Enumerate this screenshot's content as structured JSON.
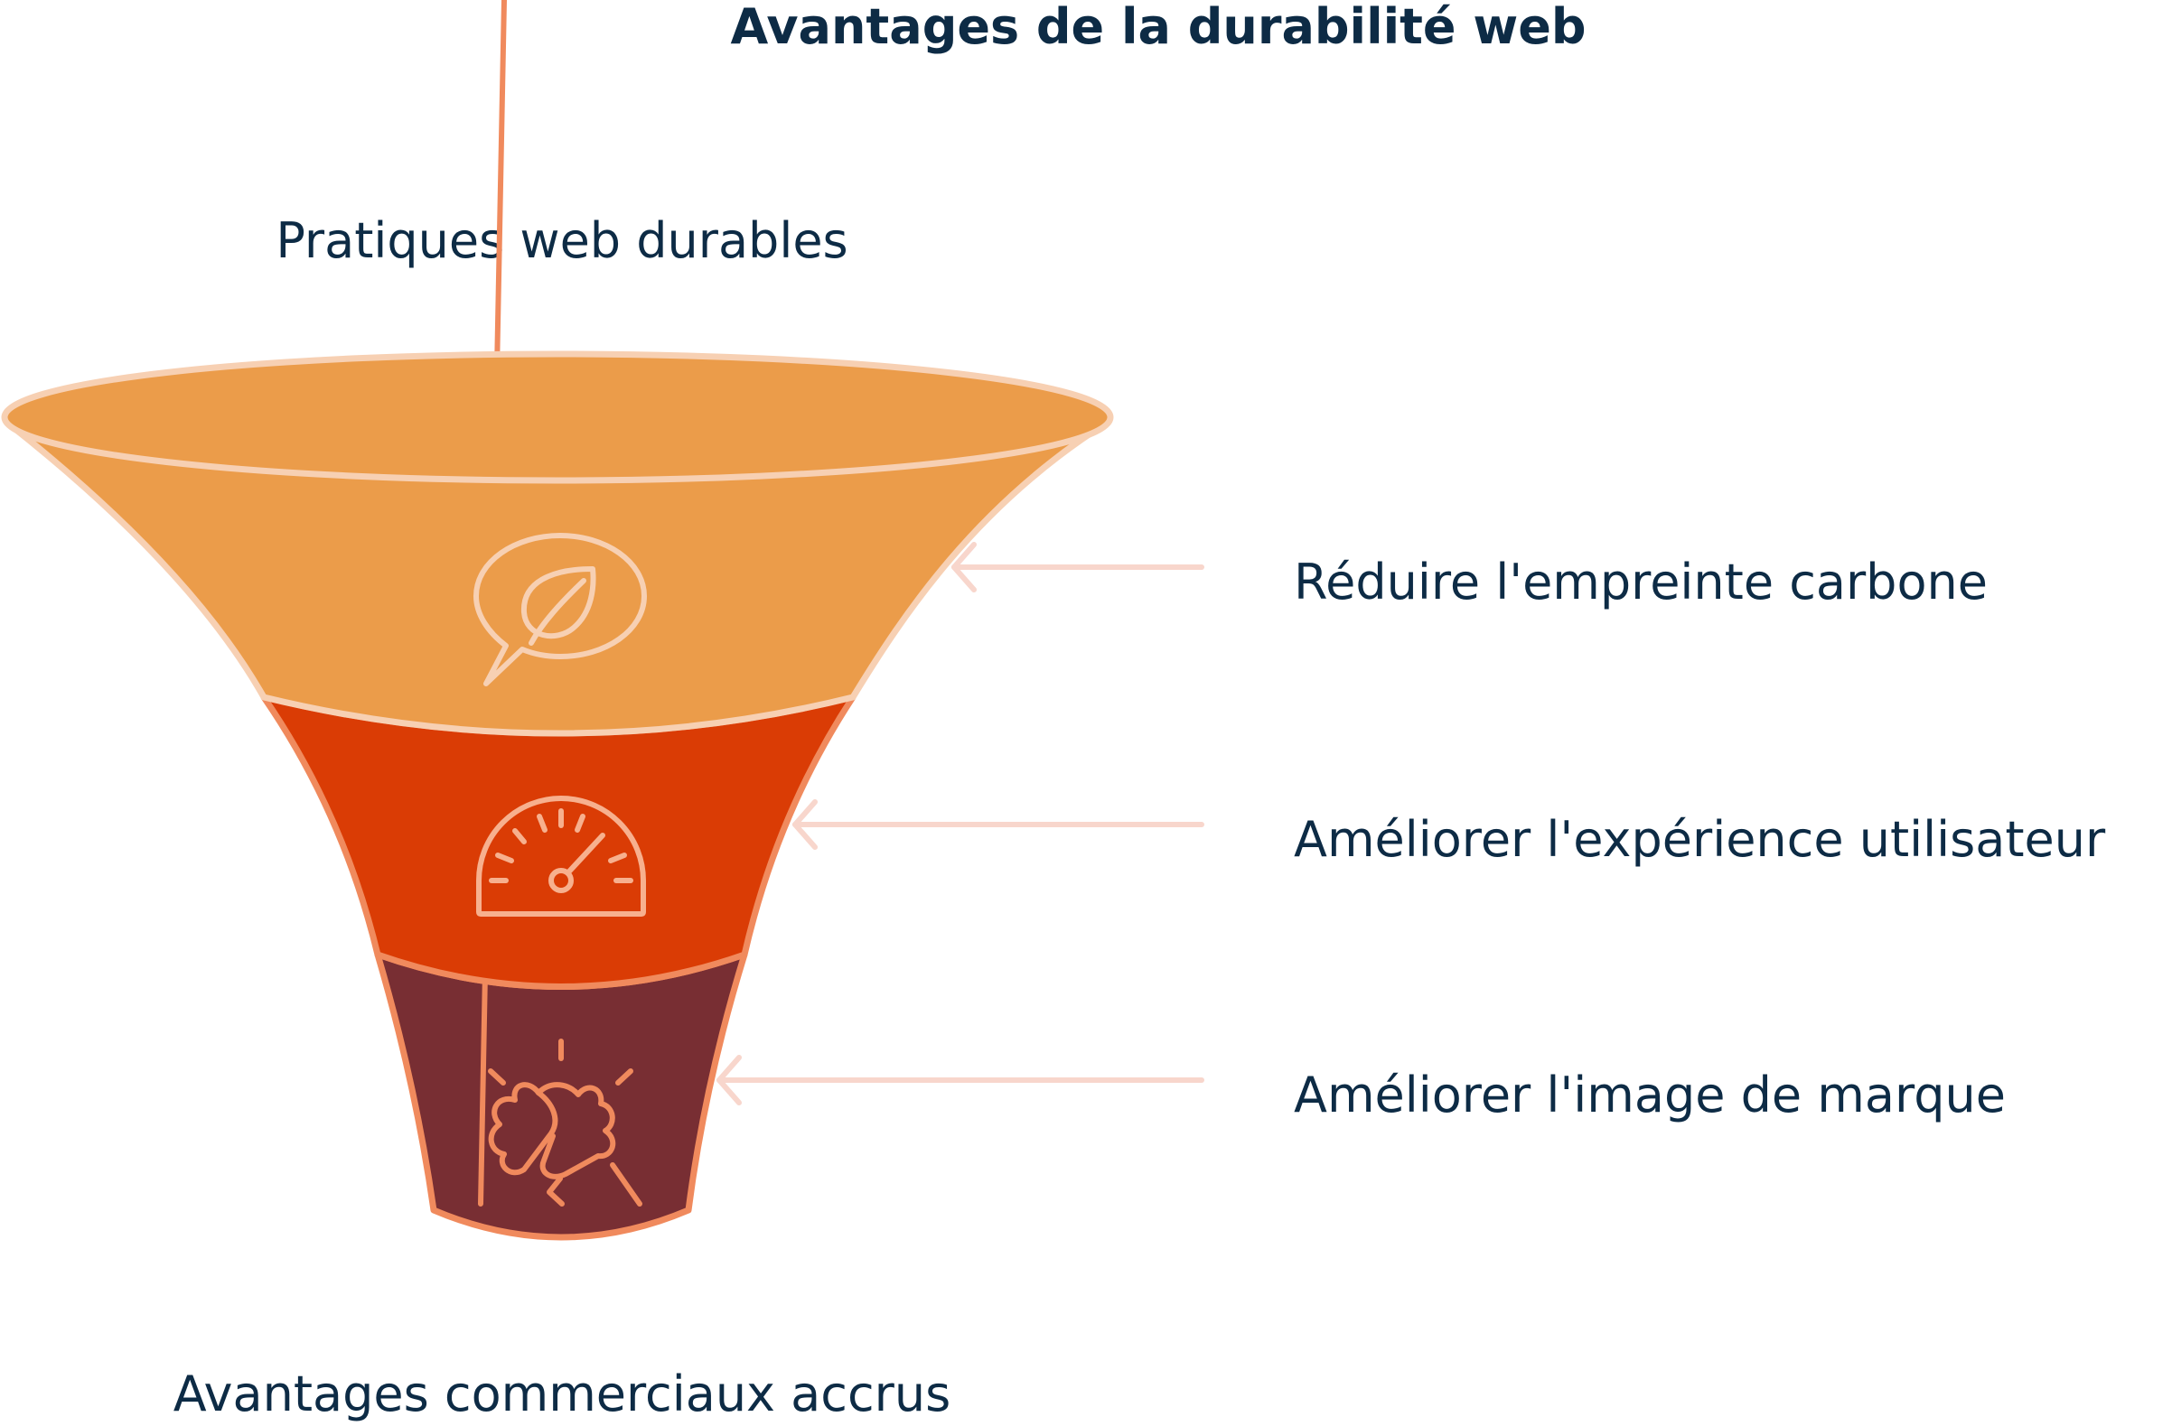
{
  "title": "Avantages de la durabilité web",
  "top_label": "Pratiques web durables",
  "bottom_label": "Avantages commerciaux accrus",
  "stages": [
    {
      "label": "Réduire l'empreinte carbone",
      "icon": "leaf-chat-icon",
      "color": "#eb9c4a"
    },
    {
      "label": "Améliorer l'expérience utilisateur",
      "icon": "speedometer-icon",
      "color": "#da3c05"
    },
    {
      "label": "Améliorer l'image de marque",
      "icon": "handshake-icon",
      "color": "#782e33"
    }
  ],
  "colors": {
    "text": "#0d2b45",
    "rim": "#f7d0b3",
    "outline": "#f08a5d",
    "arrow": "#f8d6cc"
  }
}
